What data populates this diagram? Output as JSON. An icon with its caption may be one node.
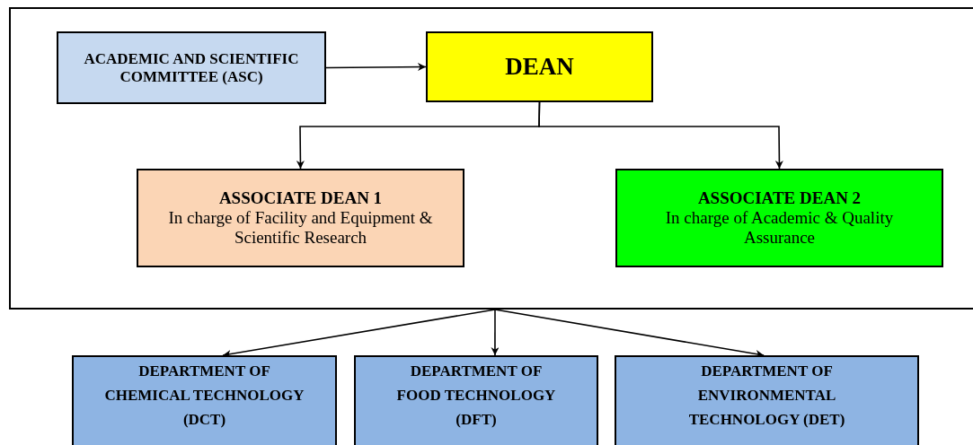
{
  "diagram": {
    "nodes": [
      {
        "text": [],
        "shape": "box"
      },
      {
        "text": [
          "ACADEMIC AND SCIENTIFIC COMMITTEE (ASC)"
        ],
        "in": 0
      },
      {
        "text": [
          "DEAN"
        ],
        "in": 0
      },
      {
        "text": [
          "ASSOCIATE DEAN 1",
          "In charge of Facility and Equipment & Scientific Research"
        ],
        "in": 0
      },
      {
        "text": [
          "ASSOCIATE DEAN 2",
          "In charge of Academic & Quality Assurance"
        ],
        "in": 0
      },
      {
        "text": [
          "DEPARTMENT OF CHEMICAL TECHNOLOGY (DCT)"
        ]
      },
      {
        "text": [
          "DEPARTMENT OF FOOD TECHNOLOGY (DFT)"
        ]
      },
      {
        "text": [
          "DEPARTMENT OF ENVIRONMENTAL TECHNOLOGY (DET)"
        ]
      }
    ],
    "edges": [
      {
        "from": 1,
        "to": 2,
        "arrow": "to"
      },
      {
        "from": 2,
        "to": 3,
        "arrow": "to"
      },
      {
        "from": 2,
        "to": 4,
        "arrow": "to"
      },
      {
        "from": 0,
        "to": 5,
        "arrow": "to"
      },
      {
        "from": 0,
        "to": 6,
        "arrow": "to"
      },
      {
        "from": 0,
        "to": 7,
        "arrow": "to"
      }
    ]
  }
}
